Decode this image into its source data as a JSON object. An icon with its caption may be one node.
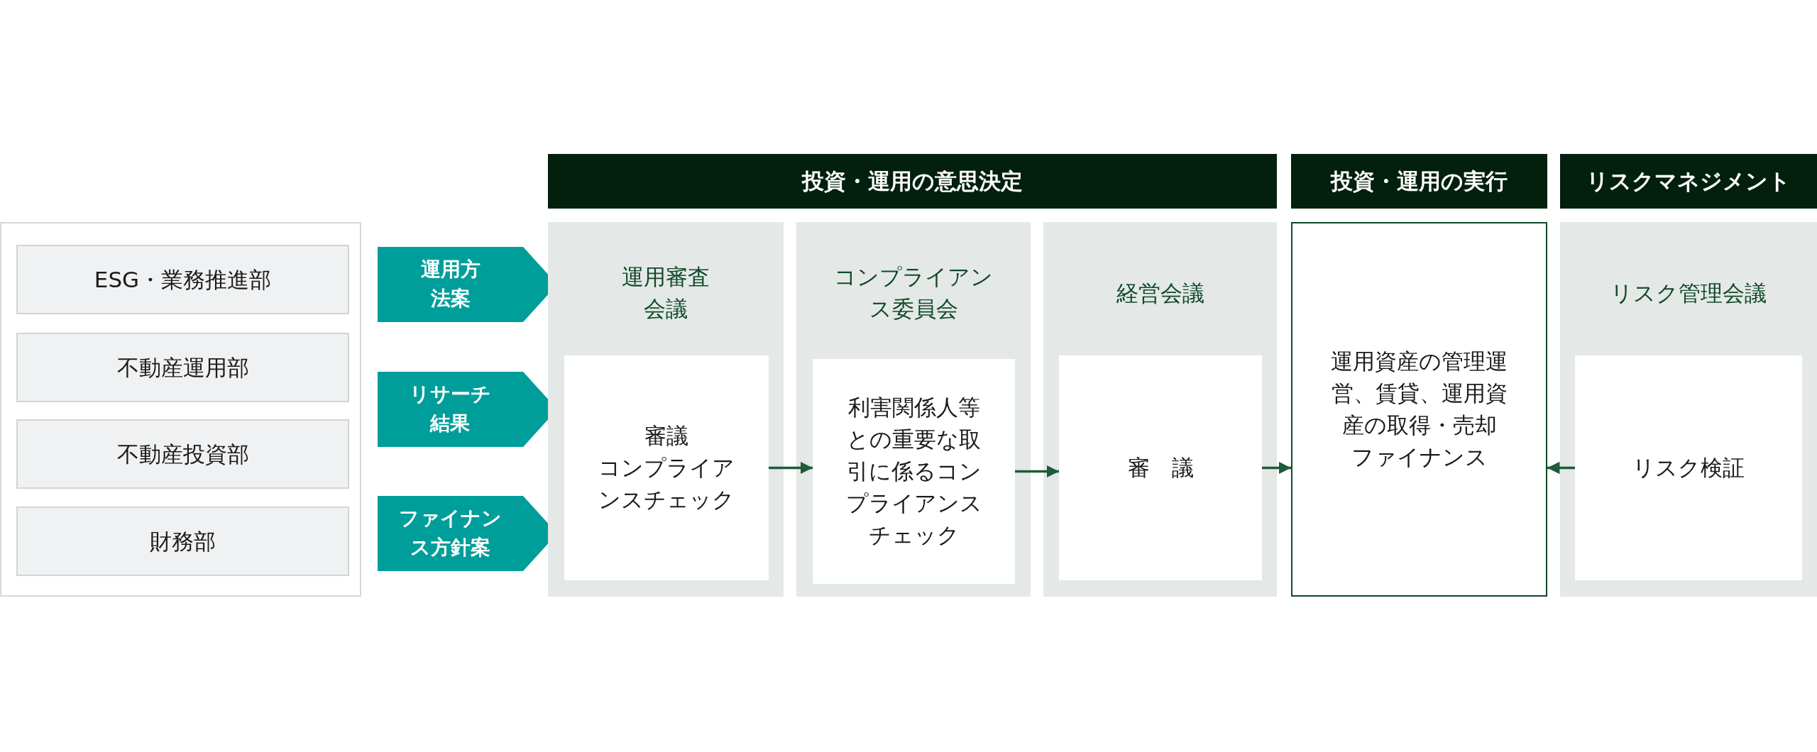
{
  "diagram": {
    "nodes": [
      {
        "text": [
          "投資・運用の意思決定"
        ]
      },
      {
        "text": [
          "投資・運用の実行"
        ]
      },
      {
        "text": [
          "リスクマネジメント"
        ]
      },
      {
        "text": [],
        "shape": "box"
      },
      {
        "text": [
          "ESG・業務推進部"
        ],
        "in": 3
      },
      {
        "text": [
          "不動産運用部"
        ],
        "in": 3
      },
      {
        "text": [
          "不動産投資部"
        ],
        "in": 3
      },
      {
        "text": [
          "財務部"
        ],
        "in": 3
      },
      {
        "text": [
          "運用方法案"
        ]
      },
      {
        "text": [
          "リサーチ結果"
        ]
      },
      {
        "text": [
          "ファイナンス方針案"
        ]
      },
      {
        "text": [
          "運用審査会議"
        ]
      },
      {
        "text": [
          "審議",
          "コンプライアンスチェック"
        ],
        "in": 11
      },
      {
        "text": [
          "コンプライアンス委員会"
        ]
      },
      {
        "text": [
          "利害関係人等との重要な取引に係るコンプライアンスチェック"
        ],
        "in": 13
      },
      {
        "text": [
          "経営会議"
        ]
      },
      {
        "text": [
          "審　議"
        ],
        "in": 15
      },
      {
        "text": [
          "運用資産の管理運営、賃貸、運用資産の取得・売却",
          "ファイナンス"
        ]
      },
      {
        "text": [
          "リスク管理会議"
        ]
      },
      {
        "text": [
          "リスク検証"
        ],
        "in": 18
      }
    ],
    "edges": [
      {
        "from": 12,
        "to": 14,
        "arrow": "to"
      },
      {
        "from": 14,
        "to": 16,
        "arrow": "to"
      },
      {
        "from": 16,
        "to": 17,
        "arrow": "to"
      },
      {
        "from": 19,
        "to": 17,
        "arrow": "to"
      }
    ]
  }
}
